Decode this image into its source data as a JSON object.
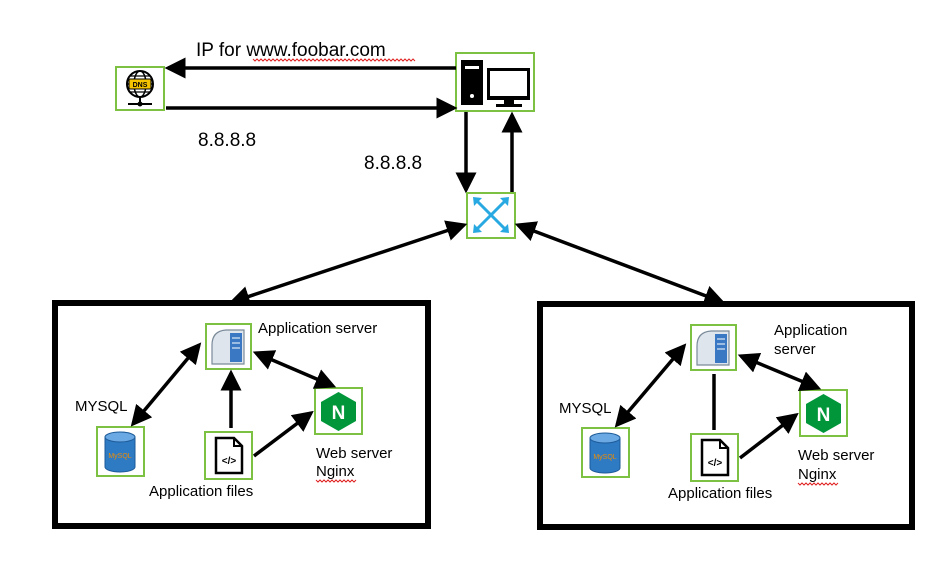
{
  "dns_server": {
    "badge": "DNS",
    "icon": "dns-globe-icon"
  },
  "client_computer": {
    "icon": "desktop-computer-icon"
  },
  "router": {
    "icon": "router-arrows-icon"
  },
  "labels": {
    "dns_query": "IP for www.foobar.com",
    "dns_response": "8.8.8.8",
    "router_ip": "8.8.8.8"
  },
  "servers": [
    {
      "app_server": "Application server",
      "database": "MYSQL",
      "db_badge": "MySQL",
      "files": "Application files",
      "web_server_line1": "Web server",
      "web_server_line2": "Nginx",
      "nginx_letter": "N"
    },
    {
      "app_server_line1": "Application",
      "app_server_line2": "server",
      "database": "MYSQL",
      "db_badge": "MySQL",
      "files": "Application files",
      "web_server_line1": "Web server",
      "web_server_line2": "Nginx",
      "nginx_letter": "N"
    }
  ],
  "colors": {
    "icon_border": "#7cc142",
    "arrow": "#000000",
    "router_arrows": "#29a9e1",
    "nginx_green": "#009639",
    "db_blue": "#2e7bc4"
  }
}
